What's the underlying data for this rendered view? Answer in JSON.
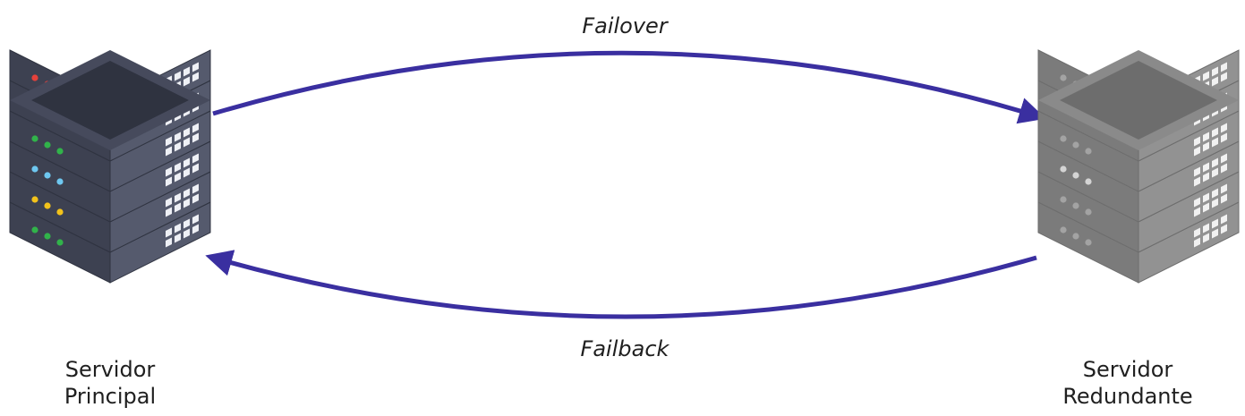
{
  "arrows": {
    "failover": {
      "label": "Failover",
      "color": "#3a2fa0"
    },
    "failback": {
      "label": "Failback",
      "color": "#3a2fa0"
    }
  },
  "servers": {
    "primary": {
      "line1": "Servidor",
      "line2": "Principal",
      "state": "active",
      "palette": {
        "top": "#464a5c",
        "topInner": "#2f3340",
        "front": "#3d4151",
        "side": "#555a6d",
        "slot": "#eef0f5"
      },
      "led_colors": [
        "#e5413b",
        "#f2c21b",
        "#31b34a",
        "#6ec7f0",
        "#f2c21b",
        "#31b34a"
      ]
    },
    "redundant": {
      "line1": "Servidor",
      "line2": "Redundante",
      "state": "standby",
      "palette": {
        "top": "#8a8a8a",
        "topInner": "#6d6d6d",
        "front": "#7b7b7b",
        "side": "#929292",
        "slot": "#f1f1f1"
      },
      "led_colors": [
        "#a3a3a3",
        "#a3a3a3",
        "#a3a3a3",
        "#d4d4d4",
        "#a3a3a3",
        "#a3a3a3"
      ]
    }
  }
}
